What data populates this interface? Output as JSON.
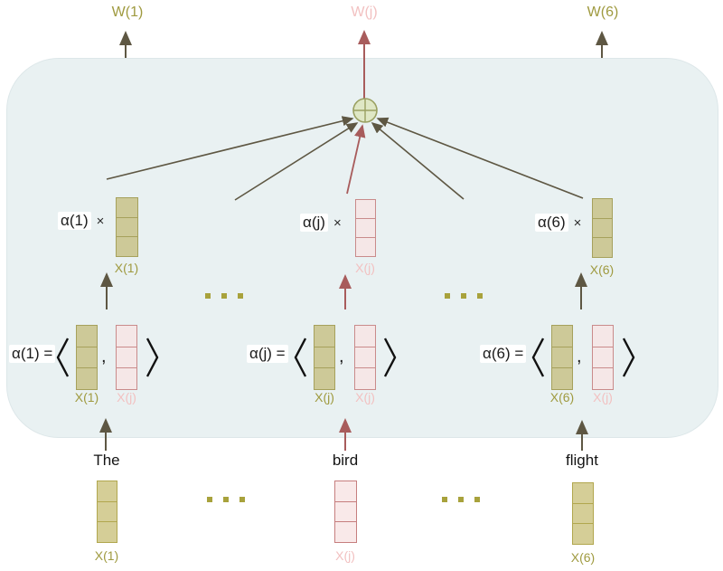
{
  "diagram": {
    "outputs": {
      "left": "W(1)",
      "middle": "W(j)",
      "right": "W(6)"
    },
    "weighted_row": {
      "left": {
        "coef": "α(1)",
        "operator": "×",
        "vector_label": "X(1)"
      },
      "middle": {
        "coef": "α(j)",
        "operator": "×",
        "vector_label": "X(j)"
      },
      "right": {
        "coef": "α(6)",
        "operator": "×",
        "vector_label": "X(6)"
      }
    },
    "score_row": {
      "left": {
        "lhs": "α(1) =",
        "left_vector_label": "X(1)",
        "comma": ",",
        "right_vector_label": "X(j)"
      },
      "middle": {
        "lhs": "α(j) =",
        "left_vector_label": "X(j)",
        "comma": ",",
        "right_vector_label": "X(j)"
      },
      "right": {
        "lhs": "α(6) =",
        "left_vector_label": "X(6)",
        "comma": ",",
        "right_vector_label": "X(j)"
      }
    },
    "input_row": {
      "left": {
        "word": "The",
        "vector_label": "X(1)"
      },
      "middle": {
        "word": "bird",
        "vector_label": "X(j)"
      },
      "right": {
        "word": "flight",
        "vector_label": "X(6)"
      }
    }
  },
  "colors": {
    "olive_text": "#9f9a3f",
    "olive_vector_fill": "#cdc998",
    "olive_vector_border": "#a6a15c",
    "pink_text": "#f2c1c1",
    "pink_vector_fill": "#f5e7e7",
    "pink_vector_border": "#c98b8b",
    "dark_arrow": "#5e5743",
    "red_arrow": "#a85c5c",
    "panel_fill": "#e9f1f2",
    "sum_node_fill": "#dfe7c5",
    "sum_node_border": "#9aa061"
  }
}
